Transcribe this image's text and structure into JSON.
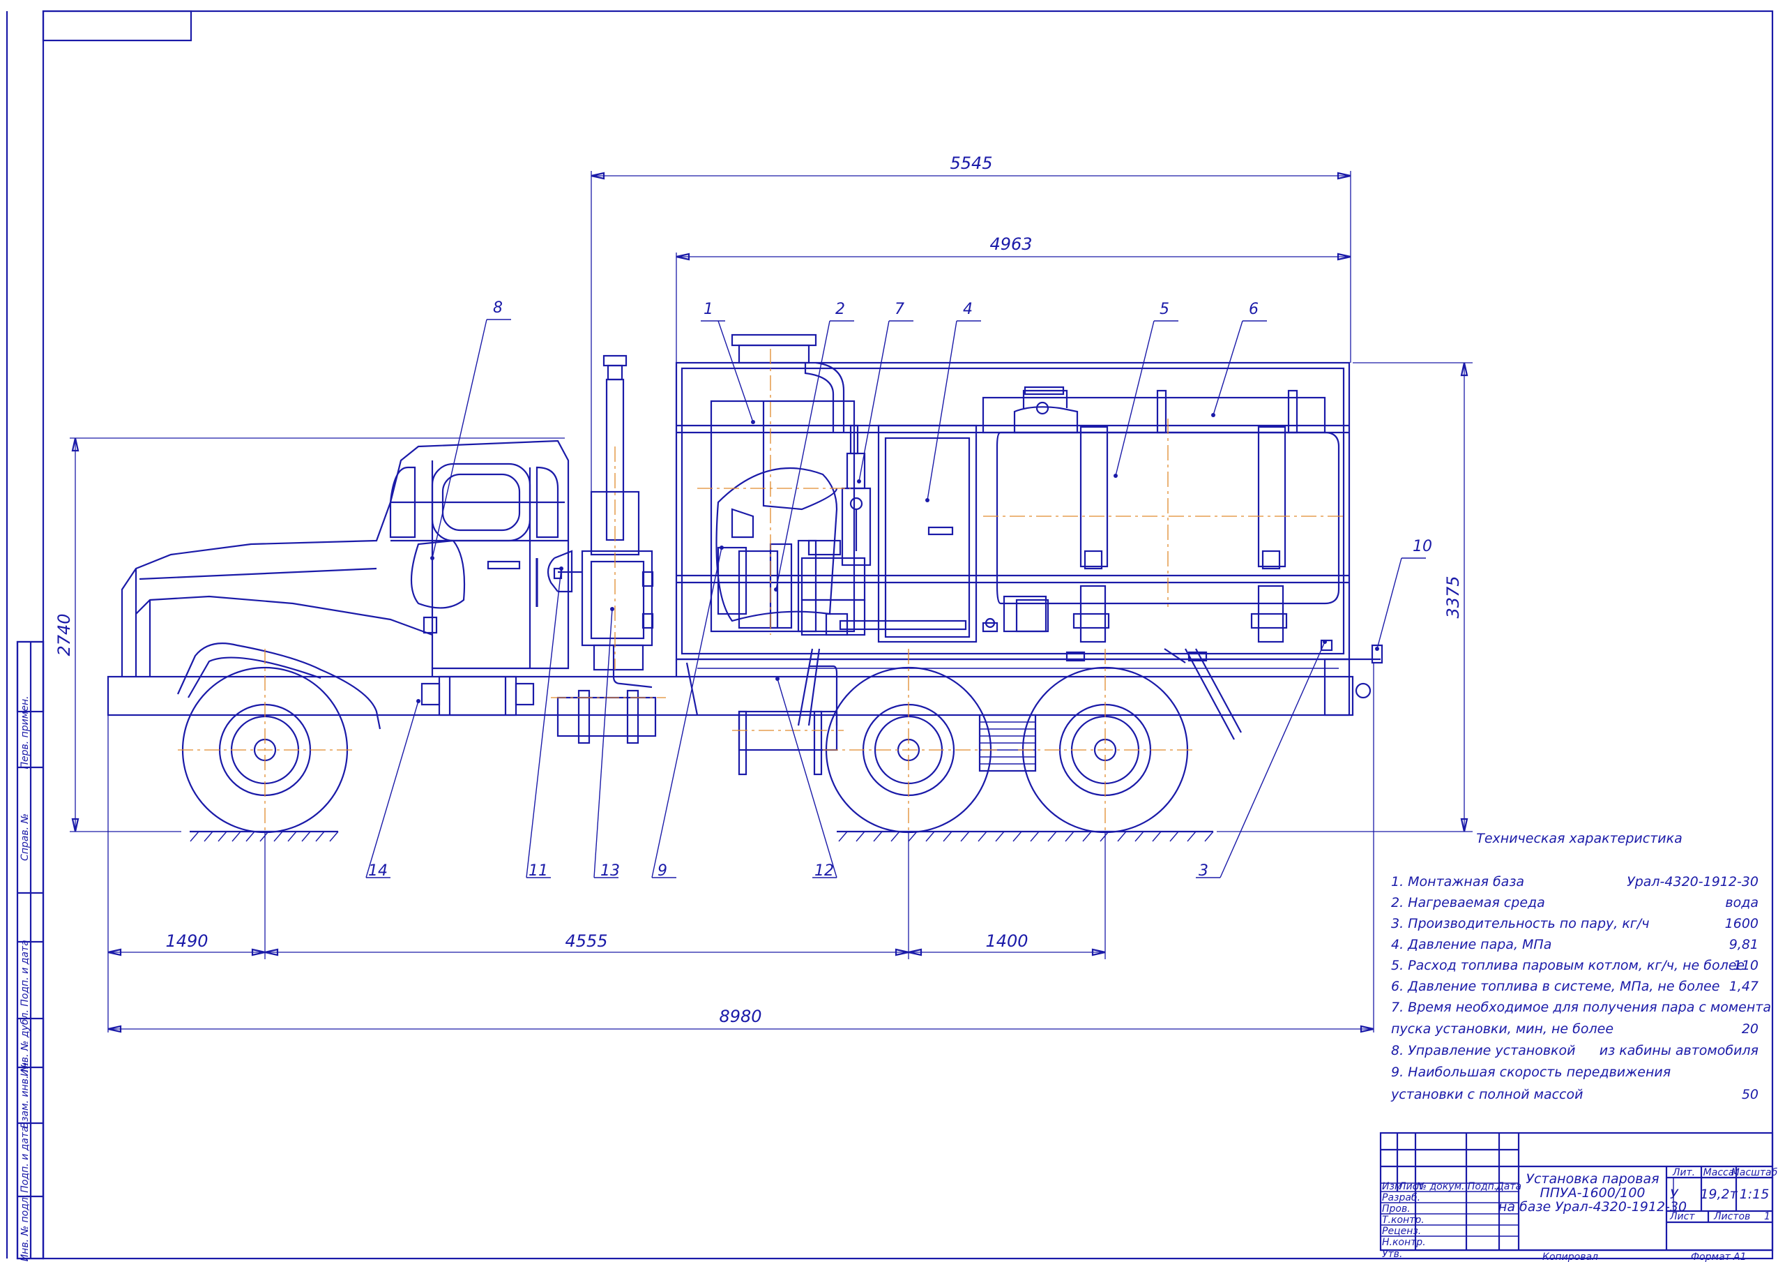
{
  "dimensions": {
    "d5545": "5545",
    "d4963": "4963",
    "d2740": "2740",
    "d3375": "3375",
    "d1490": "1490",
    "d4555": "4555",
    "d1400": "1400",
    "d8980": "8980"
  },
  "callouts": [
    "1",
    "2",
    "3",
    "4",
    "5",
    "6",
    "7",
    "8",
    "9",
    "10",
    "11",
    "12",
    "13",
    "14"
  ],
  "tech": {
    "title": "Техническая характеристика",
    "rows": [
      {
        "label": "1. Монтажная база",
        "value": "Урал-4320-1912-30"
      },
      {
        "label": "2. Нагреваемая среда",
        "value": "вода"
      },
      {
        "label": "3. Производительность по пару, кг/ч",
        "value": "1600"
      },
      {
        "label": "4. Давление пара, МПа",
        "value": "9,81"
      },
      {
        "label": "5. Расход топлива паровым котлом, кг/ч, не более",
        "value": "110"
      },
      {
        "label": "6. Давление топлива в системе, МПа, не более",
        "value": "1,47"
      },
      {
        "label": "7. Время необходимое для получения пара с момента",
        "value": ""
      },
      {
        "label": "пуска установки, мин, не более",
        "value": "20"
      },
      {
        "label": "8. Управление установкой",
        "value": "из кабины автомобиля"
      },
      {
        "label": "9. Наибольшая скорость передвижения",
        "value": ""
      },
      {
        "label": "установки с полной массой",
        "value": "50"
      }
    ]
  },
  "title_block": {
    "name_line1": "Установка паровая",
    "name_line2": "ППУА-1600/100",
    "name_line3": "на базе Урал-4320-1912-30",
    "col_izm": "Изм",
    "col_list": "Лист",
    "col_doc": "№ докум.",
    "col_sign": "Подп.",
    "col_date": "Дата",
    "roles": [
      "Разраб.",
      "Пров.",
      "Т.контр.",
      "Реценз.",
      "Н.контр.",
      "Утв."
    ],
    "lit": "Лит.",
    "mass": "Масса",
    "scale_h": "Масштаб",
    "lit_val": "У",
    "mass_val": "19,2т",
    "scale_val": "1:15",
    "sheet": "Лист",
    "sheets": "Листов",
    "sheets_val": "1",
    "copied": "Копировал",
    "format": "Формат",
    "format_val": "А1"
  },
  "margin_labels": [
    "Перв. примен.",
    "Справ. №",
    "Подп. и дата",
    "Инв. № дубл.",
    "Взам. инв. №",
    "Подп. и дата",
    "Инв. № подл."
  ]
}
